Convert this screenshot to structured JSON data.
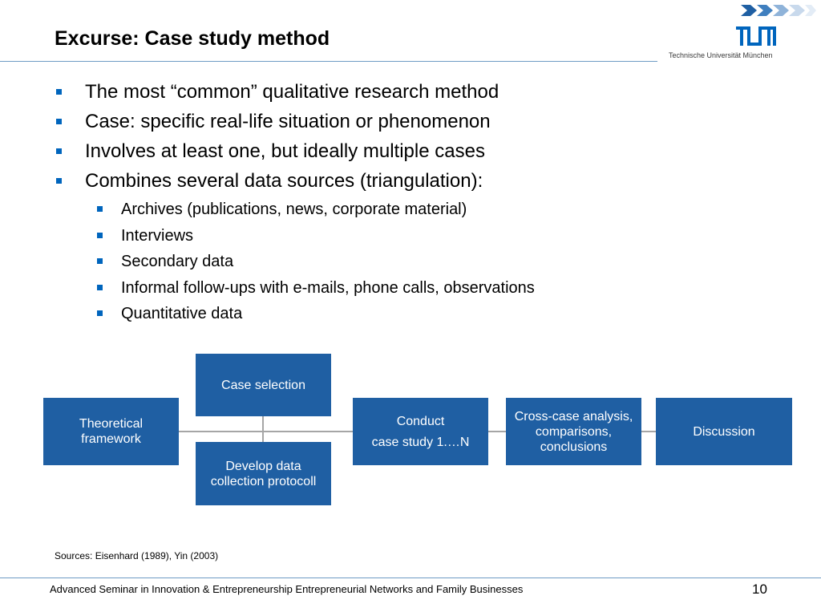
{
  "slide": {
    "title": "Excurse: Case study method",
    "logo": {
      "name": "tum-logo",
      "text": "TUM",
      "subtitle": "Technische Universität München",
      "brand_color": "#0065bd"
    },
    "bullets": [
      {
        "level": 1,
        "text": "The most “common” qualitative research method"
      },
      {
        "level": 1,
        "text": "Case: specific real-life situation or phenomenon"
      },
      {
        "level": 1,
        "text": "Involves at least one, but ideally multiple cases"
      },
      {
        "level": 1,
        "text": "Combines several data sources (triangulation):"
      },
      {
        "level": 2,
        "text": "Archives (publications, news, corporate material)"
      },
      {
        "level": 2,
        "text": "Interviews"
      },
      {
        "level": 2,
        "text": "Secondary data"
      },
      {
        "level": 2,
        "text": "Informal follow-ups with e-mails, phone calls, observations"
      },
      {
        "level": 2,
        "text": "Quantitative data"
      }
    ],
    "process": {
      "box_color": "#1f5fa3",
      "connector_color": "#a6a6a6",
      "steps": {
        "theoretical": "Theoretical framework",
        "case_selection": "Case selection",
        "develop_protocol": "Develop data collection protocoll",
        "conduct_line1": "Conduct",
        "conduct_line2": "case study 1.…N",
        "cross_case": "Cross-case analysis, comparisons, conclusions",
        "discussion": "Discussion"
      }
    },
    "sources": "Sources:  Eisenhard (1989), Yin (2003)",
    "footer": "Advanced Seminar in Innovation & Entrepreneurship Entrepreneurial Networks and Family Businesses",
    "page_number": "10"
  }
}
